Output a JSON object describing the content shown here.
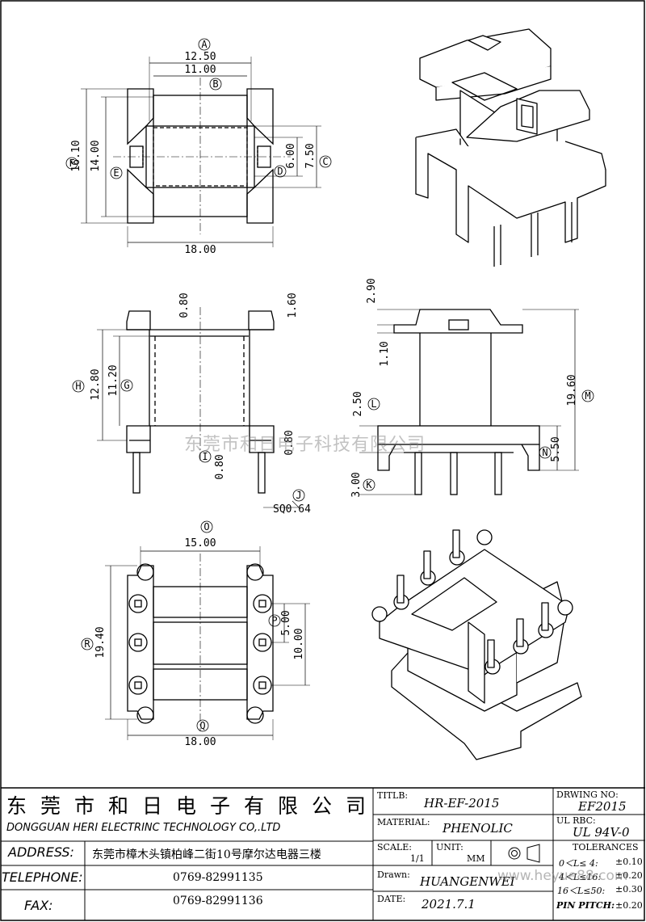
{
  "top_view": {
    "dims": {
      "A": "12.50",
      "B": "11.00",
      "width": "18.00",
      "F": "16.10",
      "E": "14.00",
      "D": "6.00",
      "C": "7.50"
    },
    "labels": [
      "A",
      "B",
      "C",
      "D",
      "E",
      "F"
    ]
  },
  "side_view": {
    "dims": {
      "top1": "0.80",
      "top2": "1.60",
      "H": "12.80",
      "G": "11.20",
      "I": "0.80",
      "I2": "0.80",
      "J": "SQ0.64"
    },
    "labels": [
      "H",
      "G",
      "I",
      "J"
    ]
  },
  "front_view": {
    "dims": {
      "a": "2.90",
      "b": "1.10",
      "L": "2.50",
      "K": "3.00",
      "M": "19.60",
      "N": "5.50"
    },
    "labels": [
      "L",
      "K",
      "M",
      "N"
    ]
  },
  "bottom_view": {
    "dims": {
      "O": "15.00",
      "R": "19.40",
      "P": "5.00",
      "P2": "10.00",
      "Q": "18.00"
    },
    "labels": [
      "O",
      "P",
      "Q",
      "R"
    ]
  },
  "watermark": "东莞市和日电子科技有限公司",
  "watermark_url": "www.heyue88.com",
  "title_block": {
    "company_cn": "东莞市和日电子有限公司",
    "company_en": "DONGGUAN HERI ELECTRINC TECHNOLOGY CO,.LTD",
    "address_label": "ADDRESS:",
    "address": "东莞市樟木头镇柏峰二街10号摩尔达电器三楼",
    "telephone_label": "TELEPHONE:",
    "telephone": "0769-82991135",
    "fax_label": "FAX:",
    "fax": "0769-82991136",
    "title_label": "TITLB:",
    "title": "HR-EF-2015",
    "material_label": "MATERIAL:",
    "material": "PHENOLIC",
    "scale_label": "SCALE:",
    "scale": "1/1",
    "unit_label": "UNIT:",
    "unit": "MM",
    "drawn_label": "Drawn:",
    "drawn": "HUANGENWEI",
    "date_label": "DATE:",
    "date": "2021.7.1",
    "drawing_no_label": "DRWING NO:",
    "drawing_no": "EF2015",
    "ul_label": "UL RBC:",
    "ul": "UL 94V-0",
    "tolerances_label": "TOLERANCES",
    "tol": [
      {
        "range": "0＜L≤ 4:",
        "value": "±0.10"
      },
      {
        "range": "4＜L≤16:",
        "value": "±0.20"
      },
      {
        "range": "16＜L≤50:",
        "value": "±0.30"
      },
      {
        "range": "PIN PITCH:",
        "value": "±0.20"
      }
    ]
  }
}
